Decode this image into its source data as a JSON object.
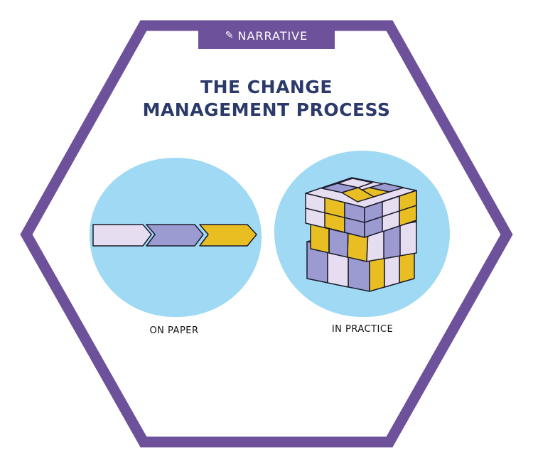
{
  "badge": {
    "icon": "pen-icon",
    "label": "NARRATIVE"
  },
  "title": {
    "line1": "THE CHANGE",
    "line2": "MANAGEMENT PROCESS"
  },
  "captions": {
    "left": "ON PAPER",
    "right": "IN PRACTICE"
  },
  "colors": {
    "hexagon_border": "#6e519b",
    "badge_bg": "#6e519b",
    "title": "#2b3a6b",
    "circle_fill": "#9fd9f3",
    "lavender_light": "#e6def0",
    "periwinkle": "#9b9bd2",
    "yellow": "#e9be22"
  }
}
